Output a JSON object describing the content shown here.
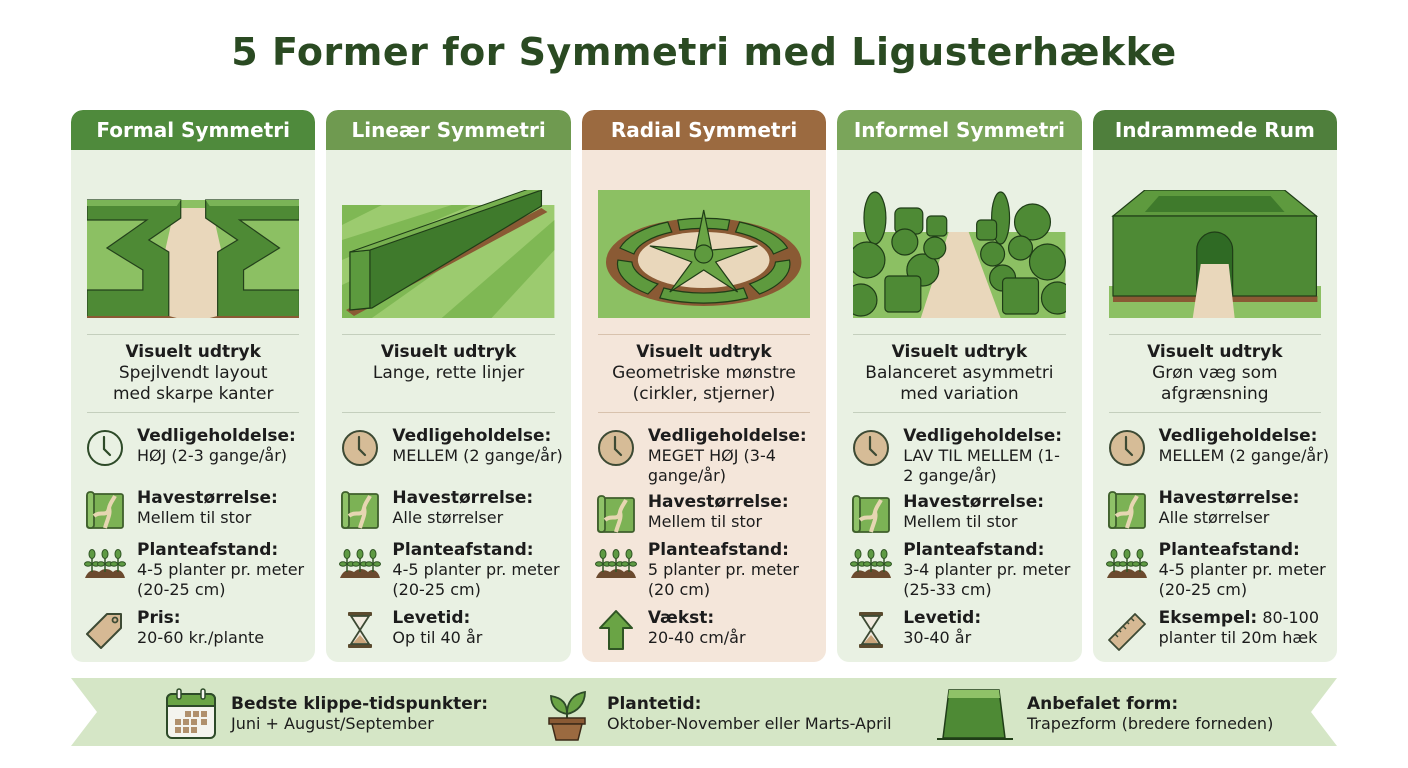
{
  "title": "5 Former for Symmetri med Ligusterhække",
  "colors": {
    "title": "#2a4a22",
    "header_dark_green": "#4f8a3c",
    "header_light_green": "#7aa55a",
    "header_brown": "#9b6a40",
    "card_bg": "#e9f1e3",
    "card_accent_bg": "#f4e6da",
    "banner_bg": "#d5e6c6"
  },
  "cards": [
    {
      "header": "Formal Symmetri",
      "header_color": "#4f8a3c",
      "illustration": "mirrored-hedge-maze",
      "visual_heading": "Visuelt udtryk",
      "visual_text": "Spejlvendt layout med skarpe kanter",
      "attributes": [
        {
          "icon": "clock-icon",
          "label": "Vedligeholdelse:",
          "value": "HØJ (2-3 gange/år)"
        },
        {
          "icon": "garden-map-icon",
          "label": "Havestørrelse:",
          "value": "Mellem til stor"
        },
        {
          "icon": "seedlings-icon",
          "label": "Planteafstand:",
          "value": "4-5 planter pr. meter (20-25 cm)"
        },
        {
          "icon": "price-tag-icon",
          "label": "Pris:",
          "value": "20-60 kr./plante"
        }
      ]
    },
    {
      "header": "Lineær Symmetri",
      "header_color": "#6f9a50",
      "illustration": "long-straight-hedge",
      "visual_heading": "Visuelt udtryk",
      "visual_text": "Lange, rette linjer",
      "attributes": [
        {
          "icon": "clock-icon",
          "label": "Vedligeholdelse:",
          "value": "MELLEM (2 gange/år)"
        },
        {
          "icon": "garden-map-icon",
          "label": "Havestørrelse:",
          "value": "Alle størrelser"
        },
        {
          "icon": "seedlings-icon",
          "label": "Planteafstand:",
          "value": "4-5 planter pr. meter (20-25 cm)"
        },
        {
          "icon": "hourglass-icon",
          "label": "Levetid:",
          "value": "Op til 40 år"
        }
      ]
    },
    {
      "header": "Radial Symmetri",
      "header_color": "#9b6a40",
      "illustration": "radial-star-hedge",
      "visual_heading": "Visuelt udtryk",
      "visual_text": "Geometriske mønstre (cirkler, stjerner)",
      "attributes": [
        {
          "icon": "clock-icon",
          "label": "Vedligeholdelse:",
          "value": "MEGET HØJ (3-4 gange/år)"
        },
        {
          "icon": "garden-map-icon",
          "label": "Havestørrelse:",
          "value": "Mellem til stor"
        },
        {
          "icon": "seedlings-icon",
          "label": "Planteafstand:",
          "value": "5 planter pr. meter (20 cm)"
        },
        {
          "icon": "growth-arrow-icon",
          "label": "Vækst:",
          "value": "20-40 cm/år"
        }
      ]
    },
    {
      "header": "Informel Symmetri",
      "header_color": "#7aa55a",
      "illustration": "informal-shrub-garden",
      "visual_heading": "Visuelt udtryk",
      "visual_text": "Balanceret asymmetri med variation",
      "attributes": [
        {
          "icon": "clock-icon",
          "label": "Vedligeholdelse:",
          "value": "LAV TIL MELLEM (1-2 gange/år)"
        },
        {
          "icon": "garden-map-icon",
          "label": "Havestørrelse:",
          "value": "Mellem til stor"
        },
        {
          "icon": "seedlings-icon",
          "label": "Planteafstand:",
          "value": "3-4 planter pr. meter (25-33 cm)"
        },
        {
          "icon": "hourglass-icon",
          "label": "Levetid:",
          "value": "30-40 år"
        }
      ]
    },
    {
      "header": "Indrammede Rum",
      "header_color": "#4f7f3c",
      "illustration": "framed-hedge-room",
      "visual_heading": "Visuelt udtryk",
      "visual_text": "Grøn væg som afgrænsning",
      "attributes": [
        {
          "icon": "clock-icon",
          "label": "Vedligeholdelse:",
          "value": "MELLEM (2 gange/år)"
        },
        {
          "icon": "garden-map-icon",
          "label": "Havestørrelse:",
          "value": "Alle størrelser"
        },
        {
          "icon": "seedlings-icon",
          "label": "Planteafstand:",
          "value": "4-5 planter pr. meter (20-25 cm)"
        },
        {
          "icon": "ruler-icon",
          "label": "Eksempel:",
          "value": "80-100 planter til 20m hæk"
        }
      ]
    }
  ],
  "banner": [
    {
      "icon": "calendar-icon",
      "label": "Bedste klippe-tidspunkter:",
      "value": "Juni + August/September"
    },
    {
      "icon": "potted-plant-icon",
      "label": "Plantetid:",
      "value": "Oktober-November eller Marts-April"
    },
    {
      "icon": "trapezoid-hedge-icon",
      "label": "Anbefalet form:",
      "value": "Trapezform (bredere forneden)"
    }
  ]
}
